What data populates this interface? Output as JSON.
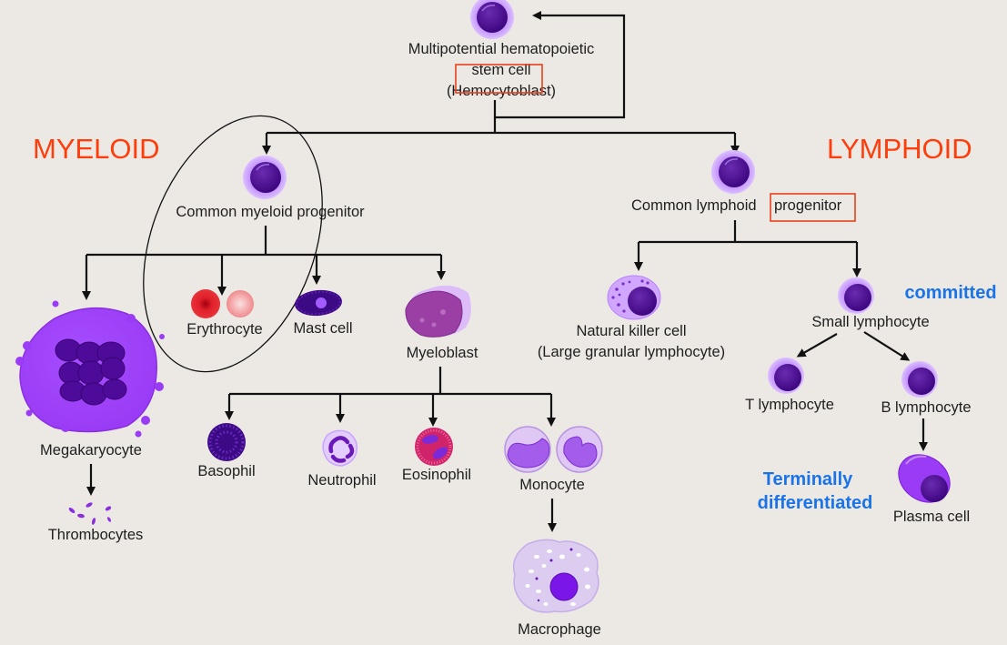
{
  "title": "Hematopoiesis lineage diagram",
  "lineages": {
    "myeloid": "MYELOID",
    "lymphoid": "LYMPHOID"
  },
  "stages": {
    "committed": "committed",
    "terminal_line1": "Terminally",
    "terminal_line2": "differentiated"
  },
  "colors": {
    "lineage_label": "#ff3d0a",
    "stage_label": "#1a73e8",
    "highlight_box": "#e8401c",
    "nucleus": "#4b0a8a",
    "cytoplasm": "#cfa6ff"
  },
  "cells": {
    "stem": {
      "line1": "Multipotential hematopoietic",
      "line2": "stem cell",
      "line3": "(Hemocytoblast)"
    },
    "cmp": {
      "label": "Common myeloid progenitor"
    },
    "clp": {
      "label_part1": "Common lymphoid",
      "label_part2": "progenitor"
    },
    "megakaryocyte": {
      "label": "Megakaryocyte"
    },
    "thrombocytes": {
      "label": "Thrombocytes"
    },
    "erythrocyte": {
      "label": "Erythrocyte"
    },
    "mast_cell": {
      "label": "Mast cell"
    },
    "myeloblast": {
      "label": "Myeloblast"
    },
    "basophil": {
      "label": "Basophil"
    },
    "neutrophil": {
      "label": "Neutrophil"
    },
    "eosinophil": {
      "label": "Eosinophil"
    },
    "monocyte": {
      "label": "Monocyte"
    },
    "macrophage": {
      "label": "Macrophage"
    },
    "nk_cell": {
      "line1": "Natural killer cell",
      "line2": "(Large granular lymphocyte)"
    },
    "small_lymphocyte": {
      "label": "Small lymphocyte"
    },
    "t_lymphocyte": {
      "label": "T lymphocyte"
    },
    "b_lymphocyte": {
      "label": "B lymphocyte"
    },
    "plasma_cell": {
      "label": "Plasma cell"
    }
  },
  "annotations": {
    "circled_group": [
      "Common myeloid progenitor",
      "Erythrocyte"
    ],
    "boxed_terms": [
      "stem cell",
      "progenitor"
    ]
  }
}
